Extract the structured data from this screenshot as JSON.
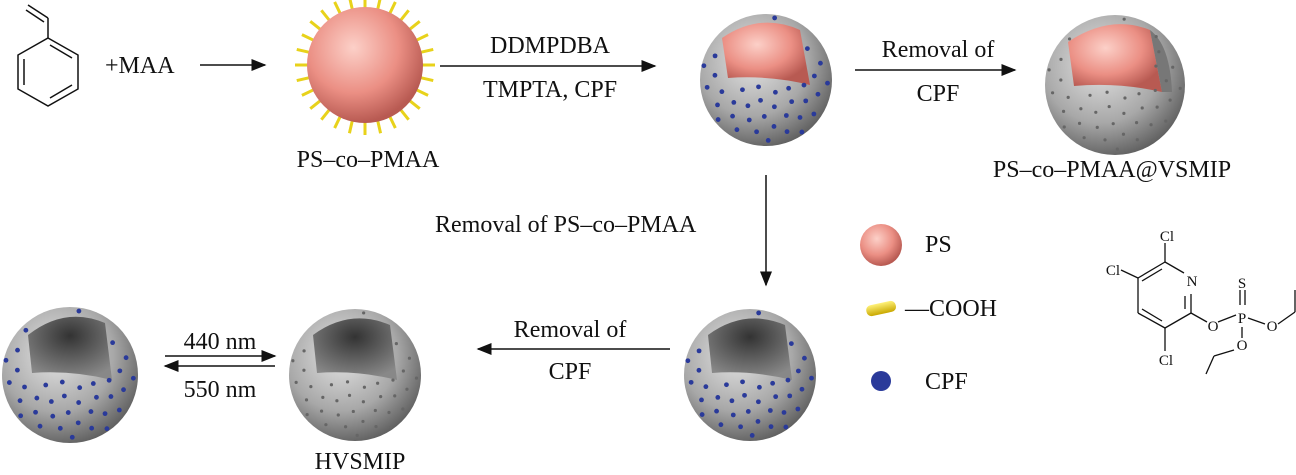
{
  "step1": {
    "reagent": "+MAA",
    "product": "PS–co–PMAA"
  },
  "step2": {
    "above": "DDMPDBA",
    "below": "TMPTA, CPF"
  },
  "step3": {
    "above": "Removal of",
    "below": "CPF",
    "product": "PS–co–PMAA@VSMIP"
  },
  "step4": {
    "label": "Removal of PS–co–PMAA"
  },
  "step5": {
    "above": "Removal of",
    "below": "CPF",
    "product": "HVSMIP"
  },
  "swelling": {
    "forward": "440 nm",
    "backward": "550 nm"
  },
  "legend": [
    {
      "label": "PS",
      "color": "#e98a80"
    },
    {
      "label": "—COOH",
      "color": "#e8d21a"
    },
    {
      "label": "CPF",
      "color": "#2a3a9a"
    }
  ],
  "structure": {
    "atoms": [
      "Cl",
      "Cl",
      "Cl",
      "N",
      "O",
      "P",
      "S",
      "O",
      "O"
    ]
  }
}
